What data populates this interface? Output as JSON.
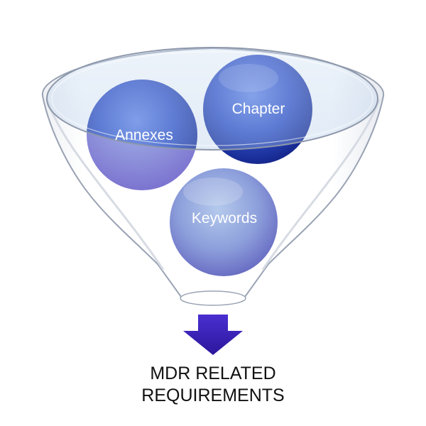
{
  "funnel": {
    "items": [
      {
        "label": "Annexes"
      },
      {
        "label": "Chapter"
      },
      {
        "label": "Keywords"
      }
    ],
    "output": {
      "line1": "MDR RELATED",
      "line2": "REQUIREMENTS"
    }
  },
  "colors": {
    "arrow": "#3a1fb8",
    "funnel_outline": "#9aa3b4",
    "funnel_rim_fill": "#b9d2ea",
    "sphere_dark_center": "#5a78e0",
    "sphere_dark_edge": "#1b2f9e",
    "sphere_light_center": "#a9bfe6",
    "sphere_light_edge": "#6f7fc9"
  }
}
